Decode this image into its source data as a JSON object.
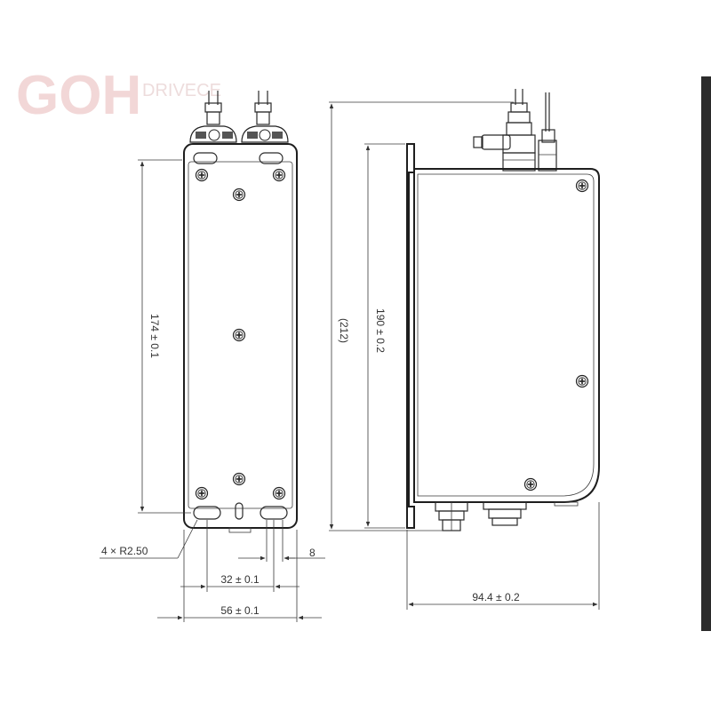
{
  "watermark": {
    "text": "GOH",
    "subtext": "DRIVECE",
    "color": "#e8b8b8"
  },
  "dimensions": {
    "front_height": "174 ± 0.1",
    "total_height": "(212)",
    "side_height": "190 ± 0.2",
    "radius_note": "4 × R2.50",
    "slot_width": "8",
    "hole_spacing": "32 ± 0.1",
    "total_width": "56 ± 0.1",
    "side_width": "94.4 ± 0.2"
  },
  "colors": {
    "line": "#2a2a2a",
    "dim": "#333333",
    "edge_bar": "#2b2b2b"
  }
}
